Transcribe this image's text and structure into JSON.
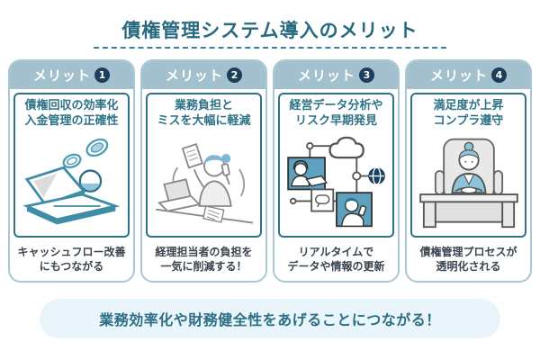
{
  "page": {
    "title": "債権管理システム導入のメリット",
    "banner_text": "業務効率化や財務健全性をあげることにつながる！"
  },
  "colors": {
    "title_teal": "#27697F",
    "header_bg": "#A3C0CE",
    "header_text": "#FFFFFF",
    "badge_navy": "#1D3D5C",
    "inner_border_teal": "#2E7288",
    "heading_teal": "#2E7288",
    "caption_dark": "#3A444E",
    "card_border_blue": "#A9C7D4",
    "banner_bg": "#E9F5FB",
    "illustration_accent_blue": "#8FC3DA"
  },
  "cards": [
    {
      "label": "メリット",
      "number": "1",
      "heading_line1": "債権回収の効率化",
      "heading_line2": "入金管理の正確性",
      "caption_line1": "キャッシュフロー改善",
      "caption_line2": "にもつながる",
      "illustration": "laptop-coins-illustration"
    },
    {
      "label": "メリット",
      "number": "2",
      "heading_line1": "業務負担と",
      "heading_line2": "ミスを大幅に軽減",
      "caption_line1": "経理担当者の負担を",
      "caption_line2": "一気に削減する！",
      "illustration": "busy-accountant-illustration"
    },
    {
      "label": "メリット",
      "number": "3",
      "heading_line1": "経営データ分析や",
      "heading_line2": "リスク早期発見",
      "caption_line1": "リアルタイムで",
      "caption_line2": "データや情報の更新",
      "illustration": "cloud-network-illustration"
    },
    {
      "label": "メリット",
      "number": "4",
      "heading_line1": "満足度が上昇",
      "heading_line2": "コンプラ遵守",
      "caption_line1": "債権管理プロセスが",
      "caption_line2": "透明化される",
      "illustration": "manager-desk-illustration"
    }
  ]
}
